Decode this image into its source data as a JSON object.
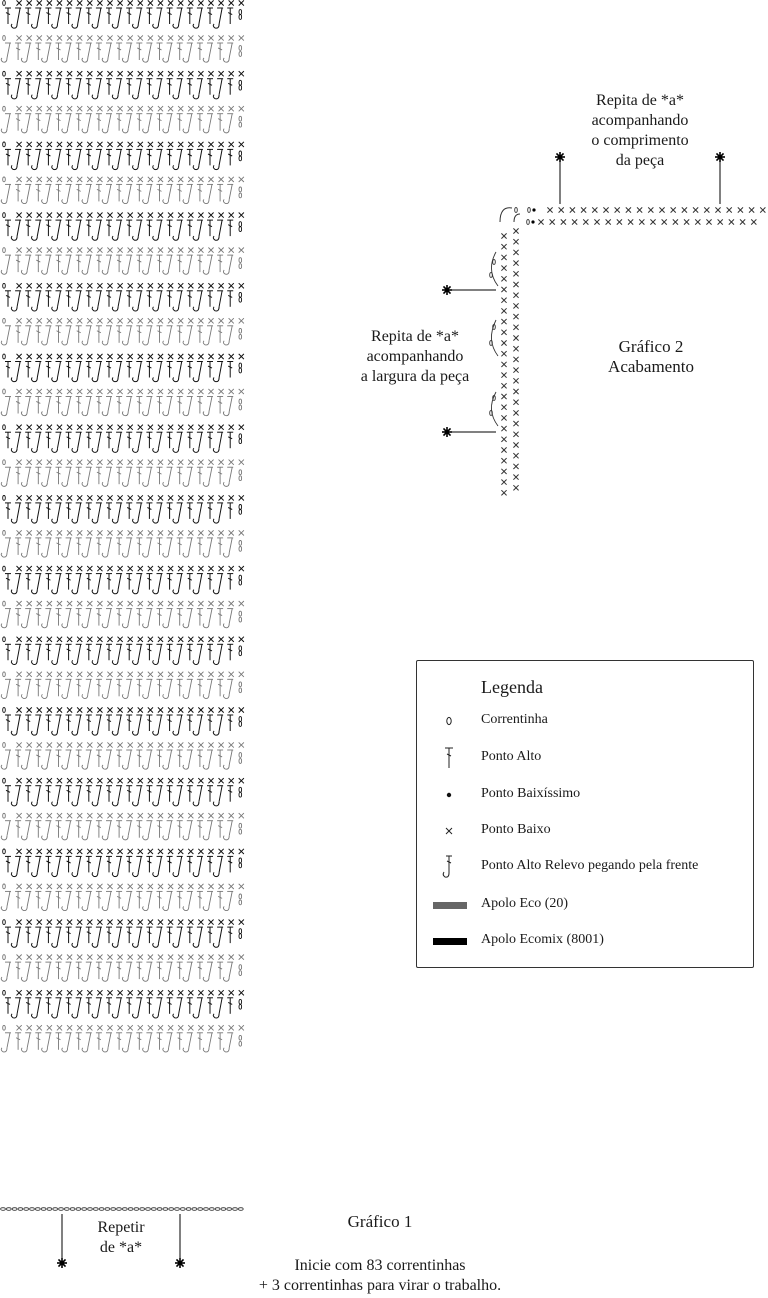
{
  "chart1": {
    "caption": "Gráfico 1",
    "repeat_label_line1": "Repetir",
    "repeat_label_line2": "de *a*",
    "start_line1": "Inicie com 83 correntinhas",
    "start_line2": "+ 3 correntinhas para virar o trabalho."
  },
  "chart2": {
    "title_line1": "Gráfico 2",
    "title_line2": "Acabamento",
    "repeat_length_line1": "Repita de *a*",
    "repeat_length_line2": "acompanhando",
    "repeat_length_line3": "o comprimento",
    "repeat_length_line4": "da peça",
    "repeat_width_line1": "Repita de *a*",
    "repeat_width_line2": "acompanhando",
    "repeat_width_line3": "a largura da peça"
  },
  "legend": {
    "title": "Legenda",
    "items": [
      {
        "symbol": "chain-icon",
        "label": "Correntinha"
      },
      {
        "symbol": "double-crochet-icon",
        "label": "Ponto Alto"
      },
      {
        "symbol": "slip-stitch-icon",
        "label": "Ponto Baixíssimo"
      },
      {
        "symbol": "single-crochet-icon",
        "label": "Ponto Baixo"
      },
      {
        "symbol": "front-post-double-crochet-icon",
        "label": "Ponto Alto Relevo pegando pela frente"
      },
      {
        "symbol": "swatch-gray",
        "label": "Apolo Eco (20)",
        "color": "#666666"
      },
      {
        "symbol": "swatch-black",
        "label": "Apolo Ecomix (8001)",
        "color": "#000000"
      }
    ]
  }
}
